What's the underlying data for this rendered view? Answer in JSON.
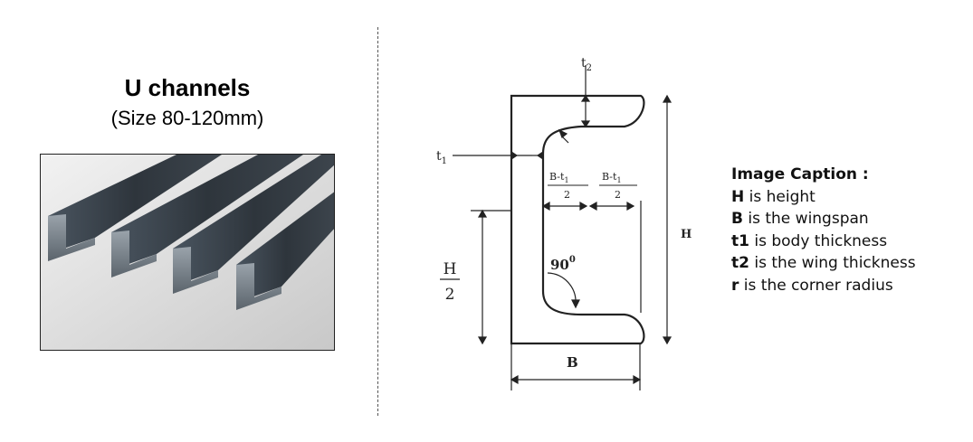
{
  "left": {
    "title": "U channels",
    "subtitle": "(Size 80-120mm)"
  },
  "diagram": {
    "label_t2": "t",
    "label_t2_sub": "2",
    "label_t1": "t",
    "label_t1_sub": "1",
    "label_h": "H",
    "label_b": "B",
    "label_h_half_num": "H",
    "label_h_half_den": "2",
    "label_angle": "90",
    "label_angle_sup": "0",
    "frac_num": "B-t",
    "frac_num_sub": "1",
    "frac_den": "2"
  },
  "caption": {
    "heading": "Image Caption :",
    "lines": [
      {
        "key": "H",
        "text": " is height"
      },
      {
        "key": "B",
        "text": " is the wingspan"
      },
      {
        "key": "t1",
        "text": " is body thickness"
      },
      {
        "key": "t2",
        "text": " is the wing thickness"
      },
      {
        "key": "r",
        "text": " is the corner radius"
      }
    ]
  }
}
